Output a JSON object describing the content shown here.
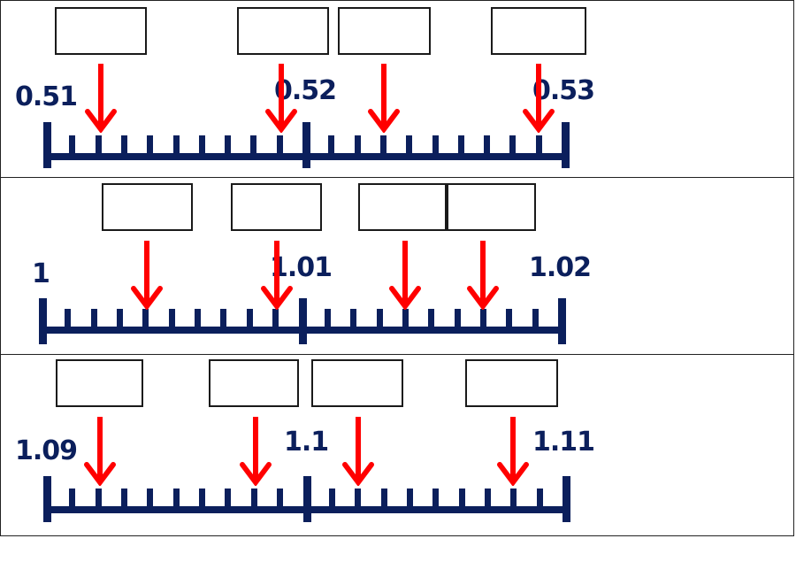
{
  "colors": {
    "axis": "#0b1f5c",
    "arrow": "#ff0000",
    "box_border": "#1a1a1a"
  },
  "panels": [
    {
      "labels": [
        "0.51",
        "0.52",
        "0.53"
      ],
      "answer_boxes": [
        "",
        "",
        "",
        ""
      ],
      "arrow_tick_positions": [
        2,
        9,
        13,
        19
      ]
    },
    {
      "labels": [
        "1",
        "1.01",
        "1.02"
      ],
      "answer_boxes": [
        "",
        "",
        "",
        ""
      ],
      "arrow_tick_positions": [
        4,
        9,
        14,
        17
      ]
    },
    {
      "labels": [
        "1.09",
        "1.1",
        "1.11"
      ],
      "answer_boxes": [
        "",
        "",
        "",
        ""
      ],
      "arrow_tick_positions": [
        2,
        8,
        12,
        18
      ]
    }
  ]
}
